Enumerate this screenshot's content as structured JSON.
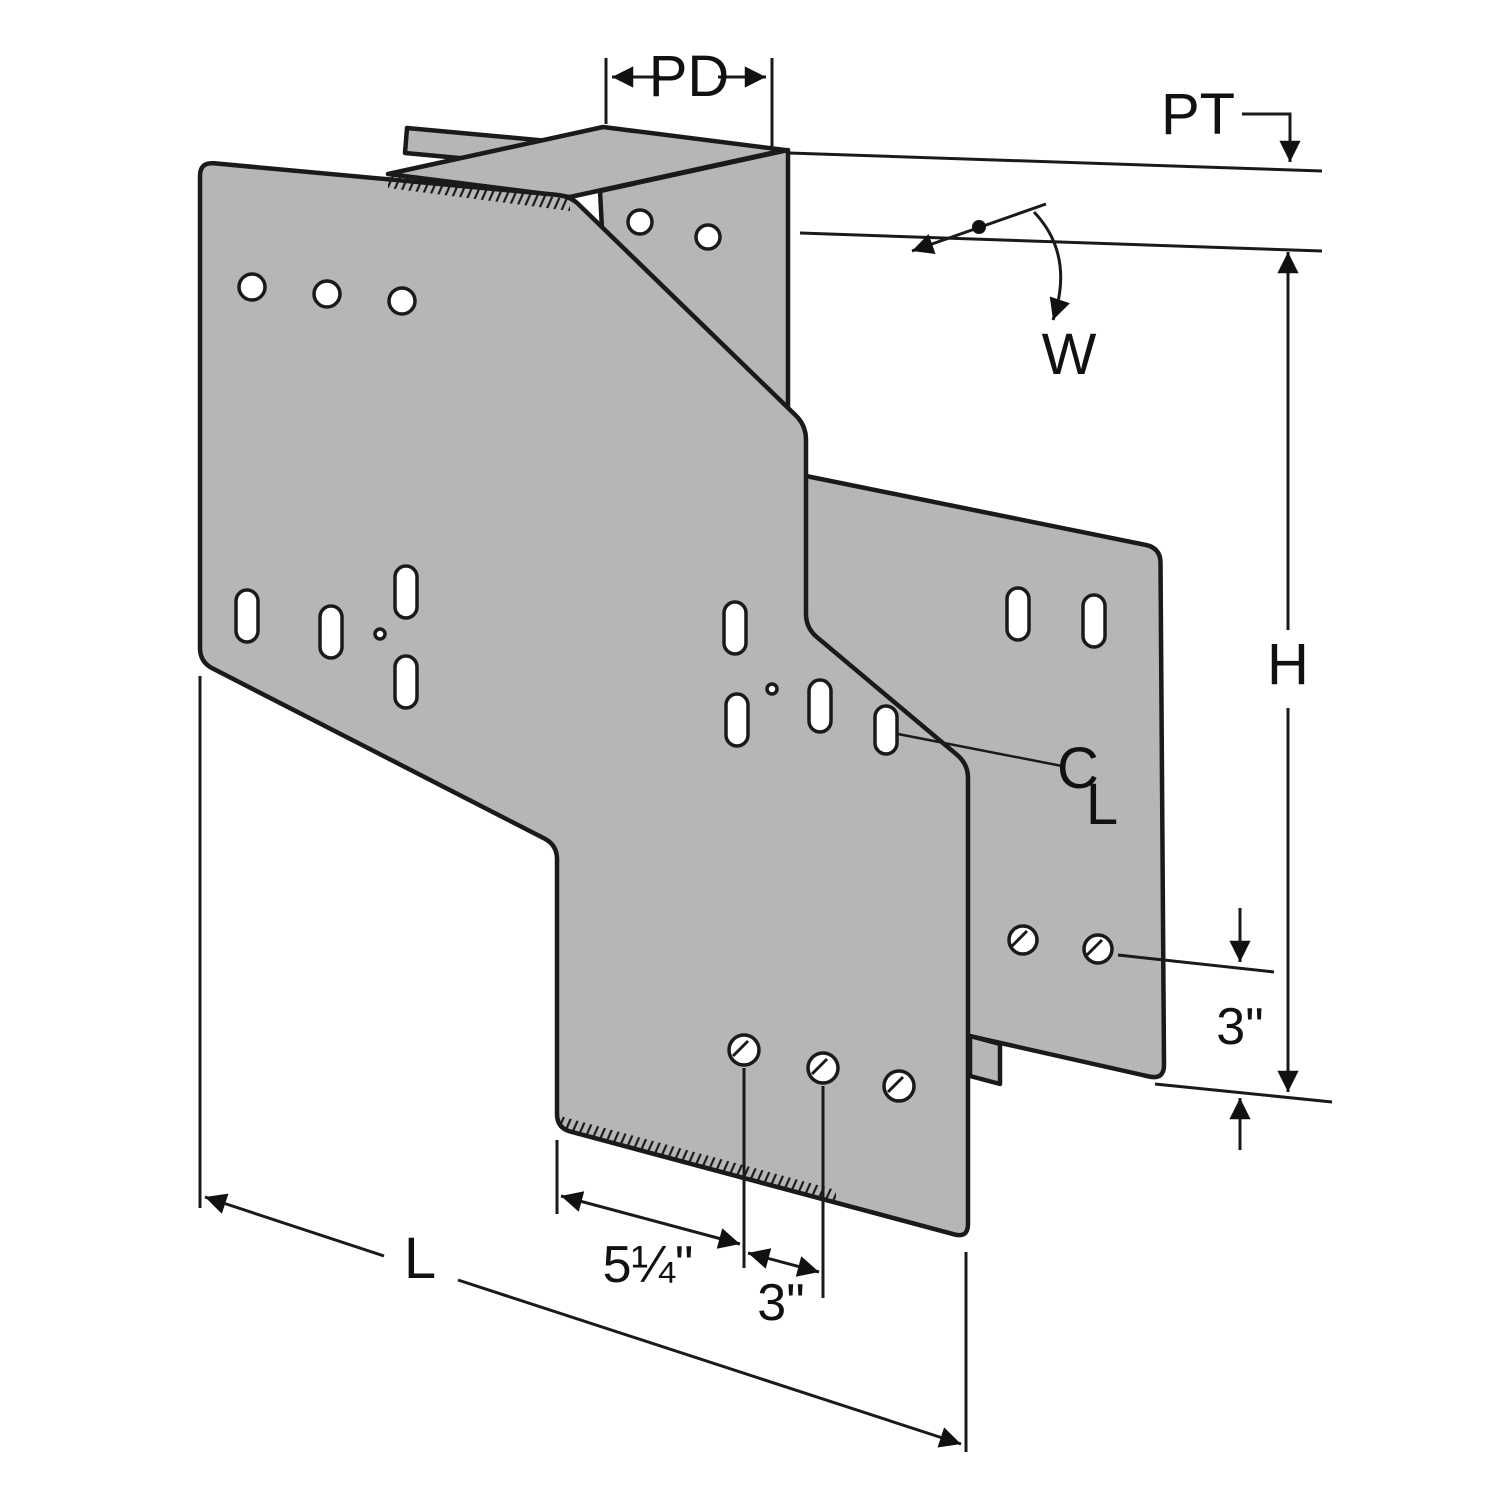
{
  "drawing": {
    "colors": {
      "metal": "#b4b6b8",
      "line": "#1a1a1a",
      "background": "#ffffff"
    },
    "labels": {
      "pd": "PD",
      "pt": "PT",
      "w": "W",
      "h": "H",
      "centerline_c": "C",
      "centerline_l": "L",
      "offset_3in": "3\"",
      "spacing_5_25in": "5¼\"",
      "spacing_3in": "3\"",
      "length": "L"
    }
  }
}
